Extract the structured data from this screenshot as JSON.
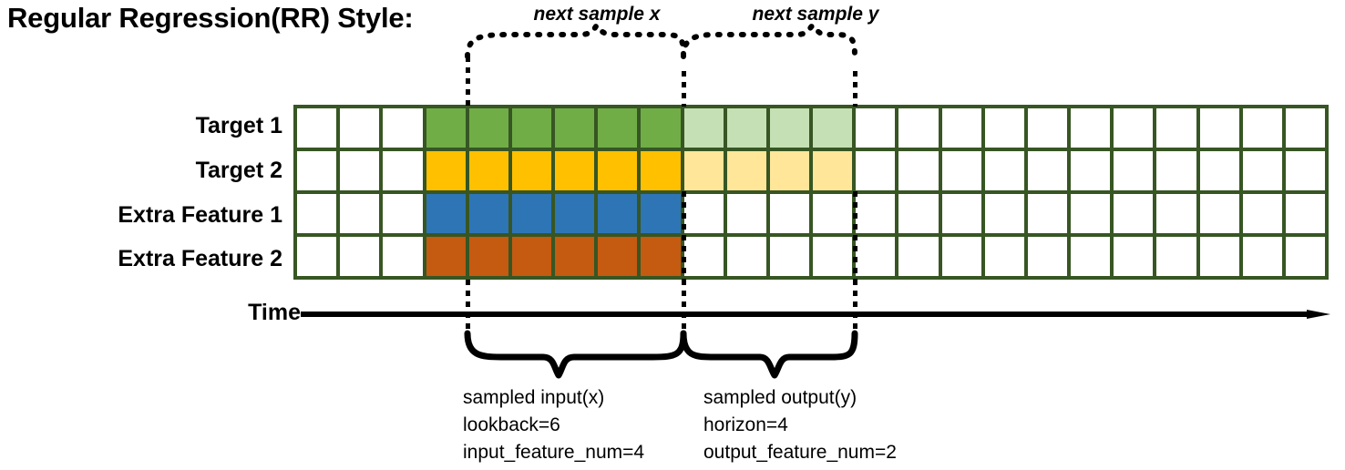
{
  "title": "Regular Regression(RR) Style:",
  "colors": {
    "gridline": "#375623",
    "target1": "#70AD47",
    "target1_faded": "#C5E0B4",
    "target2": "#FFC000",
    "target2_faded": "#FFE699",
    "extra_feature1": "#2E75B6",
    "extra_feature2": "#C55A11",
    "empty": "#FFFFFF",
    "annotation": "#000000"
  },
  "top_annotations": {
    "next_sample_x": "next sample x",
    "next_sample_y": "next sample y"
  },
  "axis": {
    "time_label": "Time",
    "arrow": "right-arrow"
  },
  "rows": [
    {
      "label": "Target 1"
    },
    {
      "label": "Target 2"
    },
    {
      "label": "Extra Feature 1"
    },
    {
      "label": "Extra Feature 2"
    }
  ],
  "grid": {
    "columns": 24,
    "rows": 4,
    "input_start_col": 3,
    "input_end_col": 9,
    "output_start_col": 9,
    "output_end_col": 13,
    "cells": [
      [
        "empty",
        "empty",
        "empty",
        "target1",
        "target1",
        "target1",
        "target1",
        "target1",
        "target1",
        "target1_faded",
        "target1_faded",
        "target1_faded",
        "target1_faded",
        "empty",
        "empty",
        "empty",
        "empty",
        "empty",
        "empty",
        "empty",
        "empty",
        "empty",
        "empty",
        "empty"
      ],
      [
        "empty",
        "empty",
        "empty",
        "target2",
        "target2",
        "target2",
        "target2",
        "target2",
        "target2",
        "target2_faded",
        "target2_faded",
        "target2_faded",
        "target2_faded",
        "empty",
        "empty",
        "empty",
        "empty",
        "empty",
        "empty",
        "empty",
        "empty",
        "empty",
        "empty",
        "empty"
      ],
      [
        "empty",
        "empty",
        "empty",
        "extra_feature1",
        "extra_feature1",
        "extra_feature1",
        "extra_feature1",
        "extra_feature1",
        "extra_feature1",
        "empty",
        "empty",
        "empty",
        "empty",
        "empty",
        "empty",
        "empty",
        "empty",
        "empty",
        "empty",
        "empty",
        "empty",
        "empty",
        "empty",
        "empty"
      ],
      [
        "empty",
        "empty",
        "empty",
        "extra_feature2",
        "extra_feature2",
        "extra_feature2",
        "extra_feature2",
        "extra_feature2",
        "extra_feature2",
        "empty",
        "empty",
        "empty",
        "empty",
        "empty",
        "empty",
        "empty",
        "empty",
        "empty",
        "empty",
        "empty",
        "empty",
        "empty",
        "empty",
        "empty"
      ]
    ]
  },
  "bottom_annotations": {
    "input": {
      "title": "sampled input(x)",
      "lookback": "lookback=6",
      "feature_num": "input_feature_num=4",
      "text": "sampled input(x)\nlookback=6\ninput_feature_num=4"
    },
    "output": {
      "title": "sampled output(y)",
      "horizon": "horizon=4",
      "feature_num": "output_feature_num=2",
      "text": "sampled output(y)\nhorizon=4\noutput_feature_num=2"
    }
  }
}
